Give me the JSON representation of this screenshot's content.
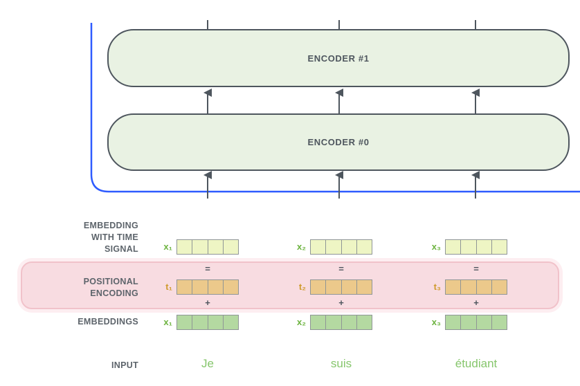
{
  "encoders": {
    "enc1": "ENCODER #1",
    "enc0": "ENCODER #0"
  },
  "labels": {
    "time": [
      "EMBEDDING",
      "WITH TIME",
      "SIGNAL"
    ],
    "positional": [
      "POSITIONAL",
      "ENCODING"
    ],
    "embeddings": "EMBEDDINGS",
    "input": "INPUT"
  },
  "operators": {
    "equals": "=",
    "plus": "+"
  },
  "columns": [
    {
      "x_label": "x₁",
      "t_label": "t₁",
      "word": "Je"
    },
    {
      "x_label": "x₂",
      "t_label": "t₂",
      "word": "suis"
    },
    {
      "x_label": "x₃",
      "t_label": "t₃",
      "word": "étudiant"
    }
  ],
  "colors": {
    "blue_line": "#2e5bff",
    "outline": "#4e565e",
    "encoder_fill": "#e9f2e3",
    "pink_fill": "#f8dce1",
    "pink_border": "#f1c2ca",
    "pink_glow": "#fdeef1",
    "time_fill": "#eef5c4",
    "pos_fill": "#ecc98b",
    "emb_fill": "#b4d9a1",
    "cell_border": "#8f9596",
    "x_green": "#6cb33f",
    "t_orange": "#cf9a2c",
    "word_green": "#86c66c",
    "label_gray": "#5d646b"
  }
}
